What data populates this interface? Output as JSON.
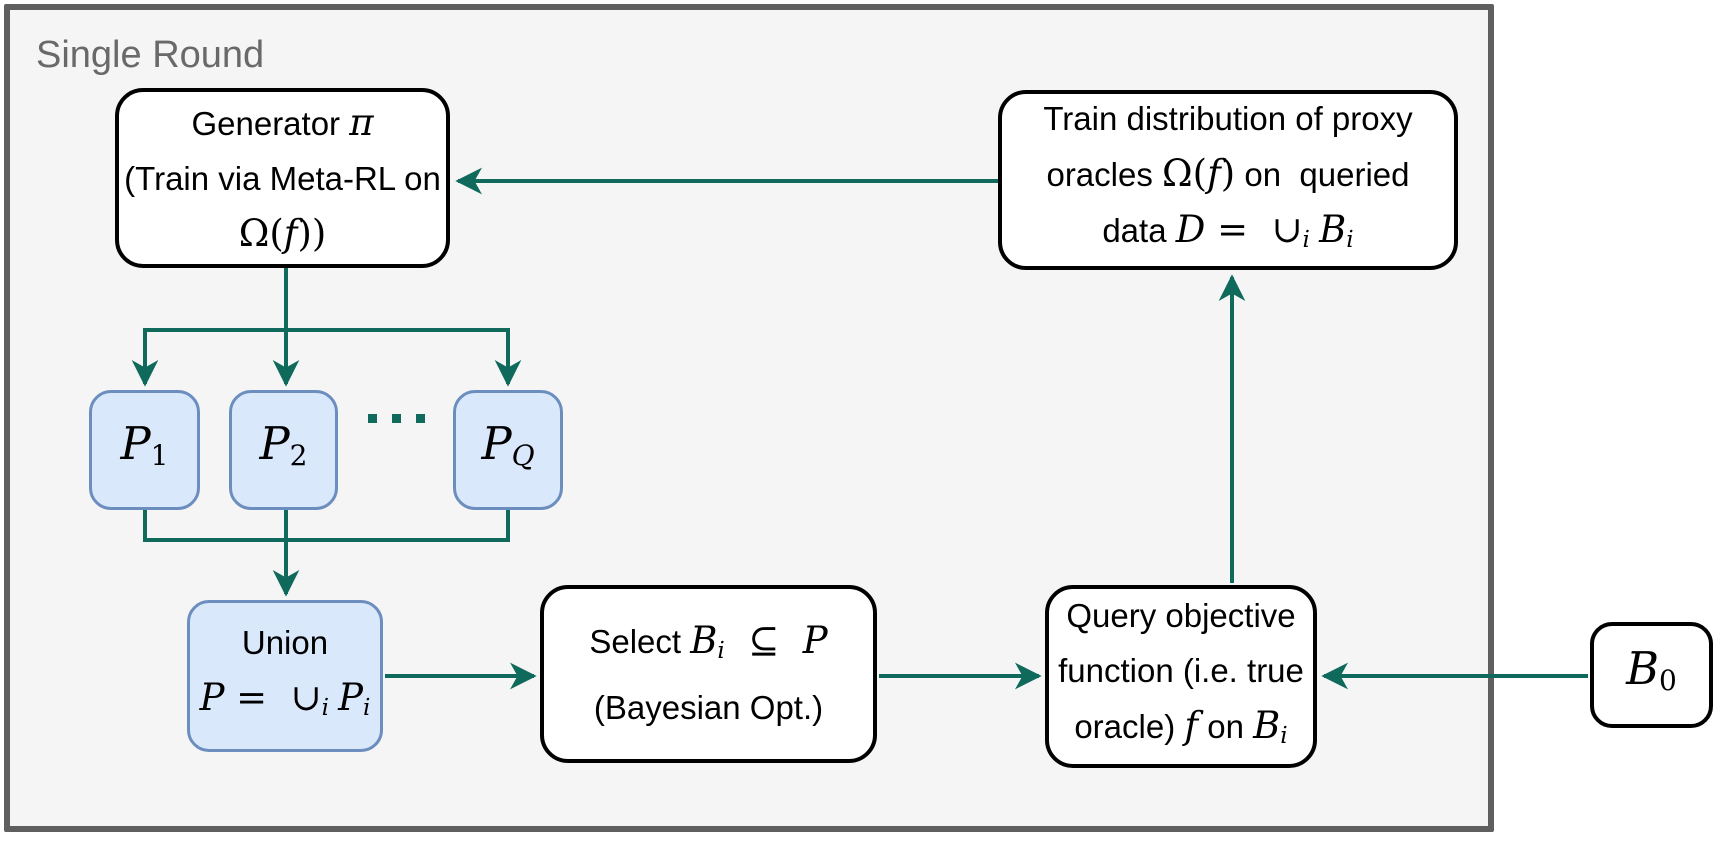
{
  "frame": {
    "label": "Single Round"
  },
  "colors": {
    "arrow": "#0f6a5c",
    "blue_fill": "#dae8fc",
    "blue_border": "#6c8ebf",
    "node_border": "#000000",
    "frame_border": "#5f5f5f",
    "frame_fill": "#f5f5f5",
    "label_color": "#696969",
    "text": "#000000"
  },
  "nodes": {
    "generator": {
      "lines": [
        [
          {
            "t": "Generator ",
            "c": ""
          },
          {
            "t": "π",
            "c": "m"
          }
        ],
        [
          {
            "t": "(Train via Meta-RL on",
            "c": ""
          }
        ],
        [
          {
            "t": "Ω(",
            "c": "mu"
          },
          {
            "t": "f",
            "c": "m"
          },
          {
            "t": "))",
            "c": "mu"
          }
        ]
      ]
    },
    "train": {
      "lines": [
        [
          {
            "t": "Train distribution of proxy",
            "c": ""
          }
        ],
        [
          {
            "t": "oracles ",
            "c": ""
          },
          {
            "t": "Ω(",
            "c": "mu"
          },
          {
            "t": "f",
            "c": "m"
          },
          {
            "t": ")",
            "c": "mu"
          },
          {
            "t": " on  queried",
            "c": ""
          }
        ],
        [
          {
            "t": "data ",
            "c": ""
          },
          {
            "t": "D",
            "c": "m"
          },
          {
            "t": " =  ",
            "c": "mu"
          },
          {
            "t": "∪",
            "c": "mu"
          },
          {
            "t": "i",
            "c": "s"
          },
          {
            "t": " ",
            "c": ""
          },
          {
            "t": "B",
            "c": "m"
          },
          {
            "t": "i",
            "c": "s"
          }
        ]
      ]
    },
    "p1": {
      "lines": [
        [
          {
            "t": "P",
            "c": "m"
          },
          {
            "t": "1",
            "c": "su"
          }
        ]
      ]
    },
    "p2": {
      "lines": [
        [
          {
            "t": "P",
            "c": "m"
          },
          {
            "t": "2",
            "c": "su"
          }
        ]
      ]
    },
    "pq": {
      "lines": [
        [
          {
            "t": "P",
            "c": "m"
          },
          {
            "t": "Q",
            "c": "s"
          }
        ]
      ]
    },
    "union": {
      "lines": [
        [
          {
            "t": "Union",
            "c": ""
          }
        ],
        [
          {
            "t": "P",
            "c": "m"
          },
          {
            "t": " =  ",
            "c": "mu"
          },
          {
            "t": "∪",
            "c": "mu"
          },
          {
            "t": "i",
            "c": "s"
          },
          {
            "t": " ",
            "c": ""
          },
          {
            "t": "P",
            "c": "m"
          },
          {
            "t": "i",
            "c": "s"
          }
        ]
      ]
    },
    "select": {
      "lines": [
        [
          {
            "t": "Select ",
            "c": ""
          },
          {
            "t": "B",
            "c": "m"
          },
          {
            "t": "i",
            "c": "s"
          },
          {
            "t": "  ⊆  ",
            "c": "mu"
          },
          {
            "t": "P",
            "c": "m"
          }
        ],
        [
          {
            "t": "(Bayesian Opt.)",
            "c": ""
          }
        ]
      ]
    },
    "query": {
      "lines": [
        [
          {
            "t": "Query objective",
            "c": ""
          }
        ],
        [
          {
            "t": "function (i.e. true",
            "c": ""
          }
        ],
        [
          {
            "t": "oracle) ",
            "c": ""
          },
          {
            "t": "f",
            "c": "m"
          },
          {
            "t": " on ",
            "c": ""
          },
          {
            "t": "B",
            "c": "m"
          },
          {
            "t": "i",
            "c": "s"
          }
        ]
      ]
    },
    "b0": {
      "lines": [
        [
          {
            "t": "B",
            "c": "m"
          },
          {
            "t": "0",
            "c": "su"
          }
        ]
      ]
    }
  }
}
